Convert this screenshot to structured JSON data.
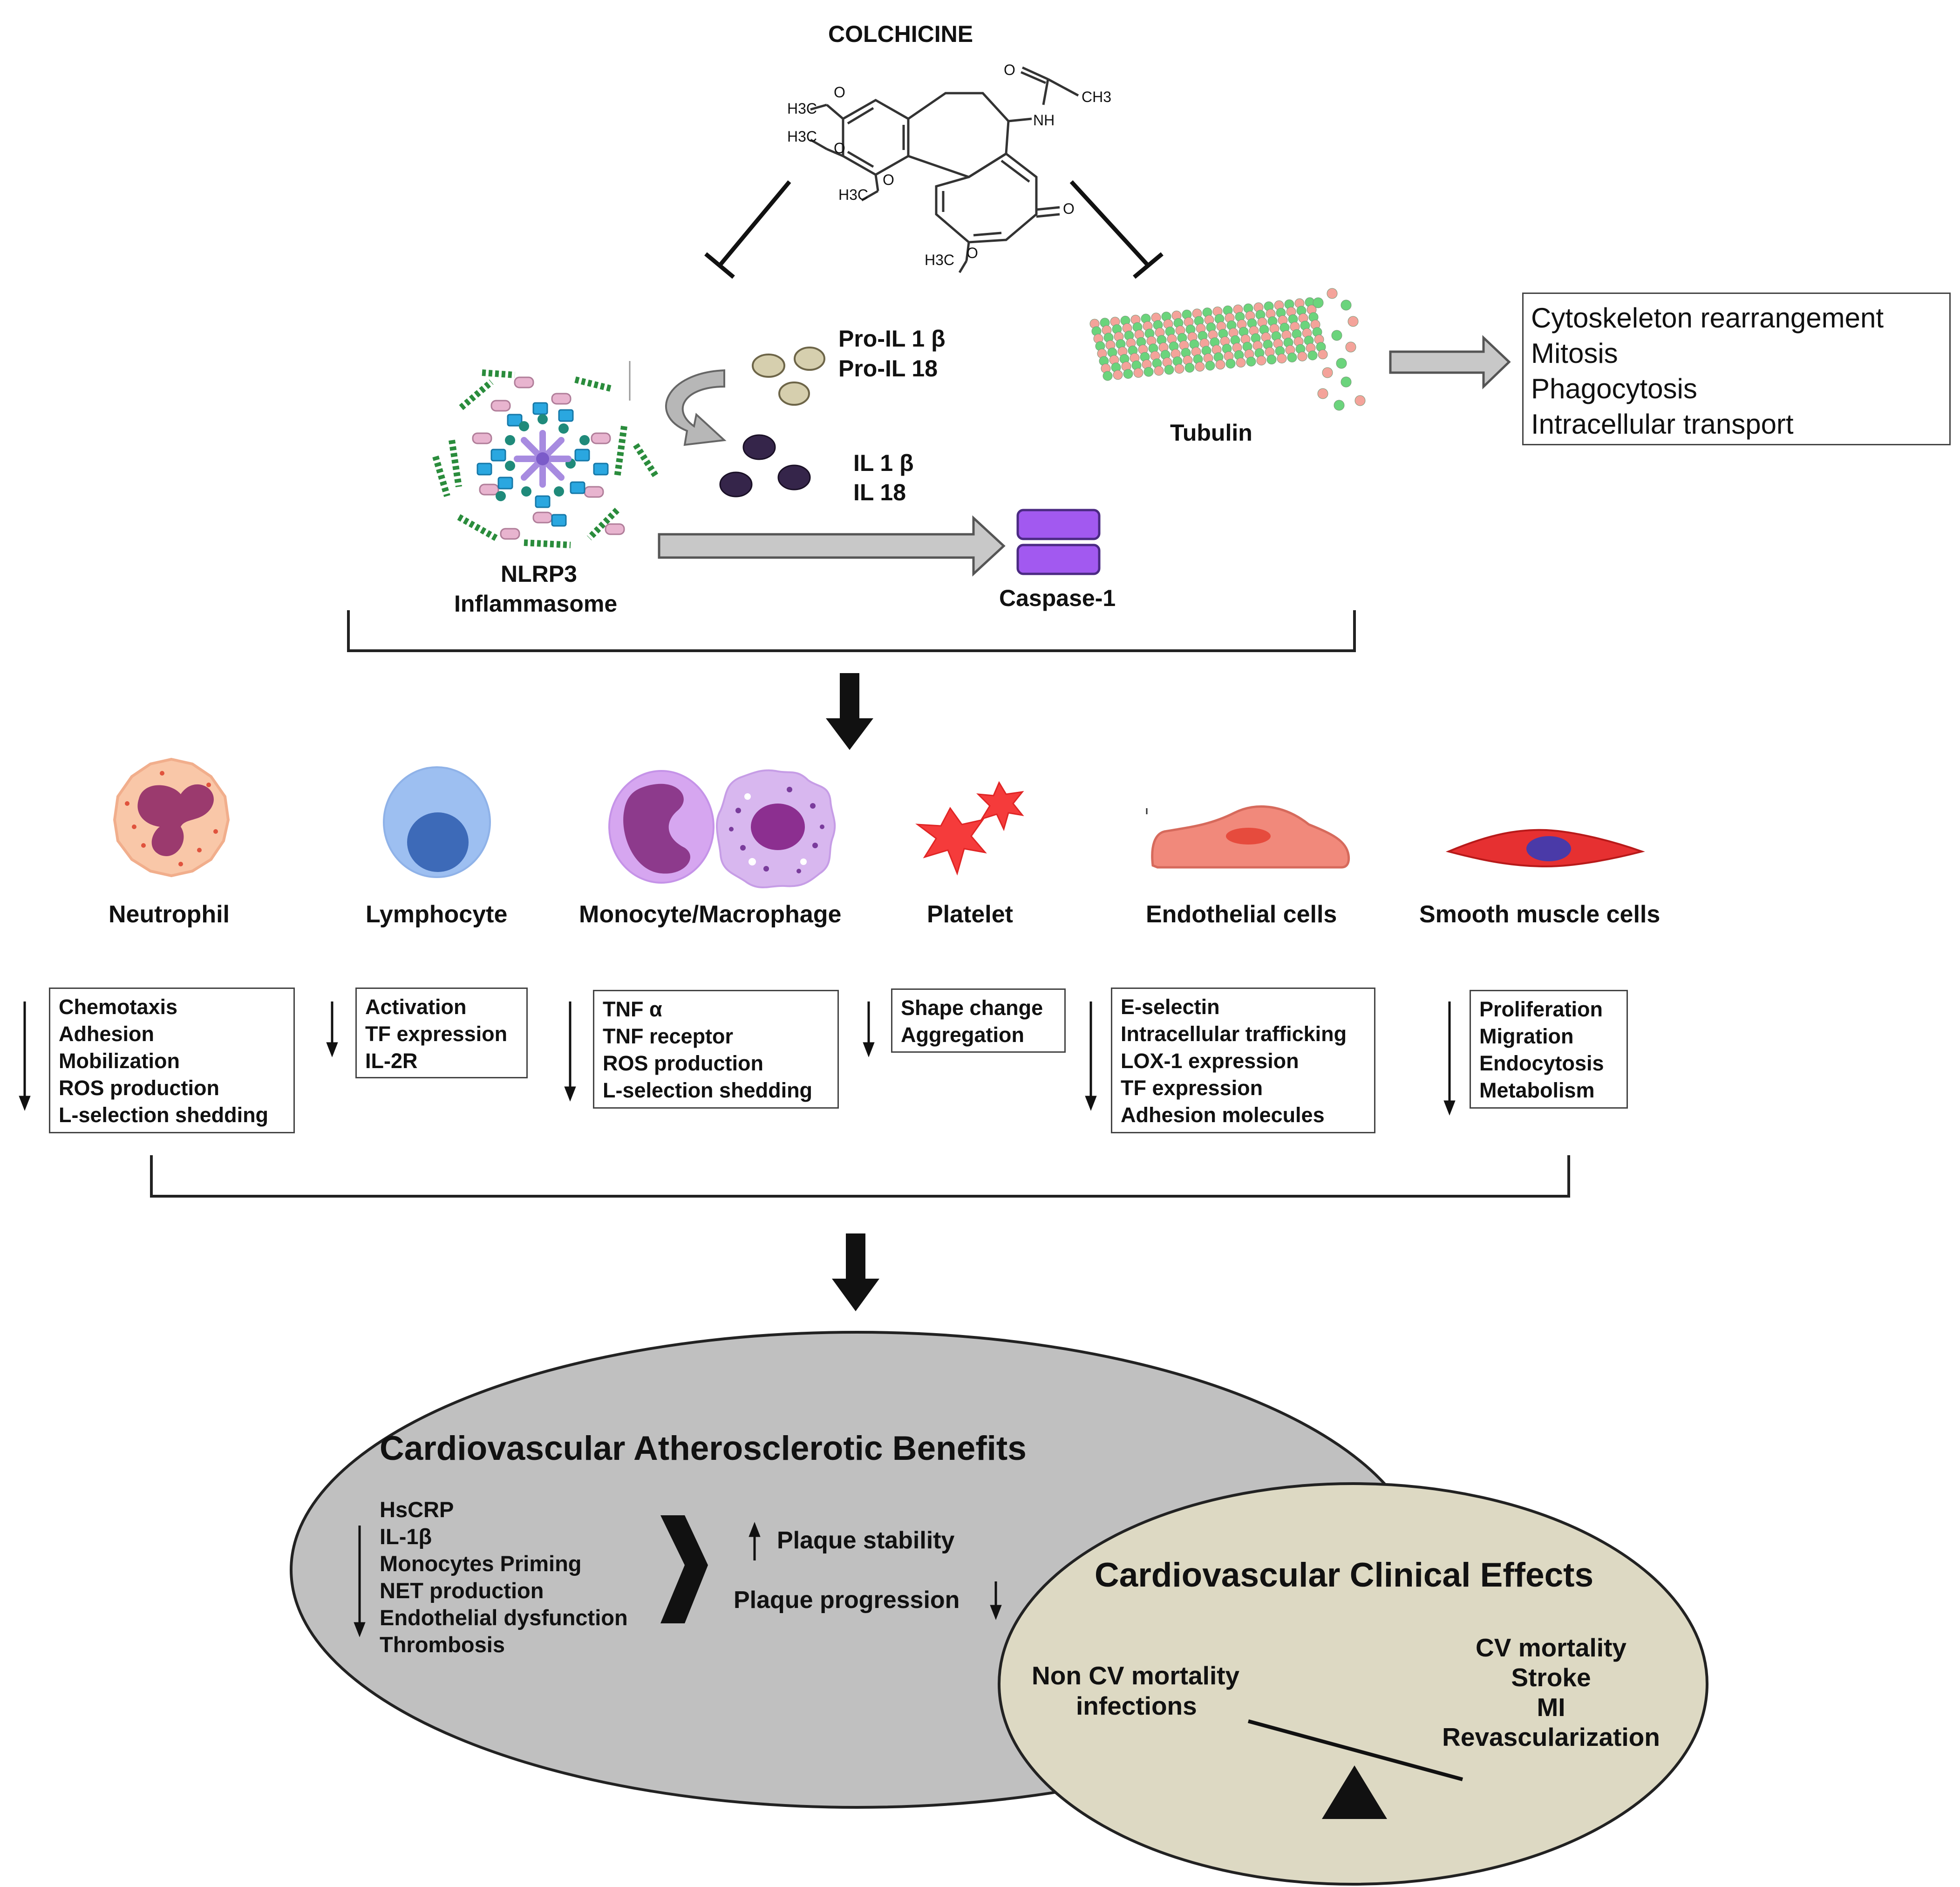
{
  "drug": {
    "name": "COLCHICINE",
    "atoms": {
      "h3c_1": "H3C",
      "o_1": "O",
      "h3c_2": "H3C",
      "o_2": "O",
      "h3c_3": "H3C",
      "o_3": "O",
      "h3c_4": "H3C",
      "o_4": "O",
      "o_ketone": "O",
      "o_acetyl": "O",
      "ch3": "CH3",
      "nh": "NH"
    }
  },
  "inflammasome": {
    "label_line1": "NLRP3",
    "label_line2": "Inflammasome",
    "pro_il_line1": "Pro-IL 1 β",
    "pro_il_line2": "Pro-IL 18",
    "il_line1": "IL 1 β",
    "il_line2": "IL 18",
    "caspase": "Caspase-1"
  },
  "tubulin": {
    "label": "Tubulin",
    "effects": [
      "Cytoskeleton rearrangement",
      "Mitosis",
      "Phagocytosis",
      "Intracellular transport"
    ]
  },
  "cells": [
    {
      "name": "Neutrophil",
      "effects": [
        "Chemotaxis",
        "Adhesion",
        "Mobilization",
        "ROS production",
        "L-selection shedding"
      ]
    },
    {
      "name": "Lymphocyte",
      "effects": [
        "Activation",
        "TF expression",
        "IL-2R"
      ]
    },
    {
      "name": "Monocyte/Macrophage",
      "effects": [
        "TNF α",
        "TNF receptor",
        "ROS production",
        "L-selection shedding"
      ]
    },
    {
      "name": "Platelet",
      "effects": [
        "Shape change",
        "Aggregation"
      ]
    },
    {
      "name": "Endothelial cells",
      "effects": [
        "E-selectin",
        "Intracellular trafficking",
        "LOX-1 expression",
        "TF expression",
        "Adhesion molecules"
      ]
    },
    {
      "name": "Smooth muscle cells",
      "effects": [
        "Proliferation",
        "Migration",
        "Endocytosis",
        "Metabolism"
      ]
    }
  ],
  "benefits": {
    "title": "Cardiovascular Atherosclerotic Benefits",
    "markers": [
      "HsCRP",
      "IL-1β",
      "Monocytes Priming",
      "NET production",
      "Endothelial dysfunction",
      "Thrombosis"
    ],
    "plaque_stability": "Plaque stability",
    "plaque_progression": "Plaque progression"
  },
  "clinical": {
    "title": "Cardiovascular Clinical Effects",
    "left_line1": "Non CV mortality",
    "left_line2": "infections",
    "right": [
      "CV mortality",
      "Stroke",
      "MI",
      "Revascularization"
    ]
  },
  "colors": {
    "gray_ellipse": "#c0c0c0",
    "beige_ellipse": "#ddd9c3",
    "caspase": "#a259f0",
    "tubulin_pink": "#f4a39a",
    "tubulin_green": "#6bd47c"
  }
}
